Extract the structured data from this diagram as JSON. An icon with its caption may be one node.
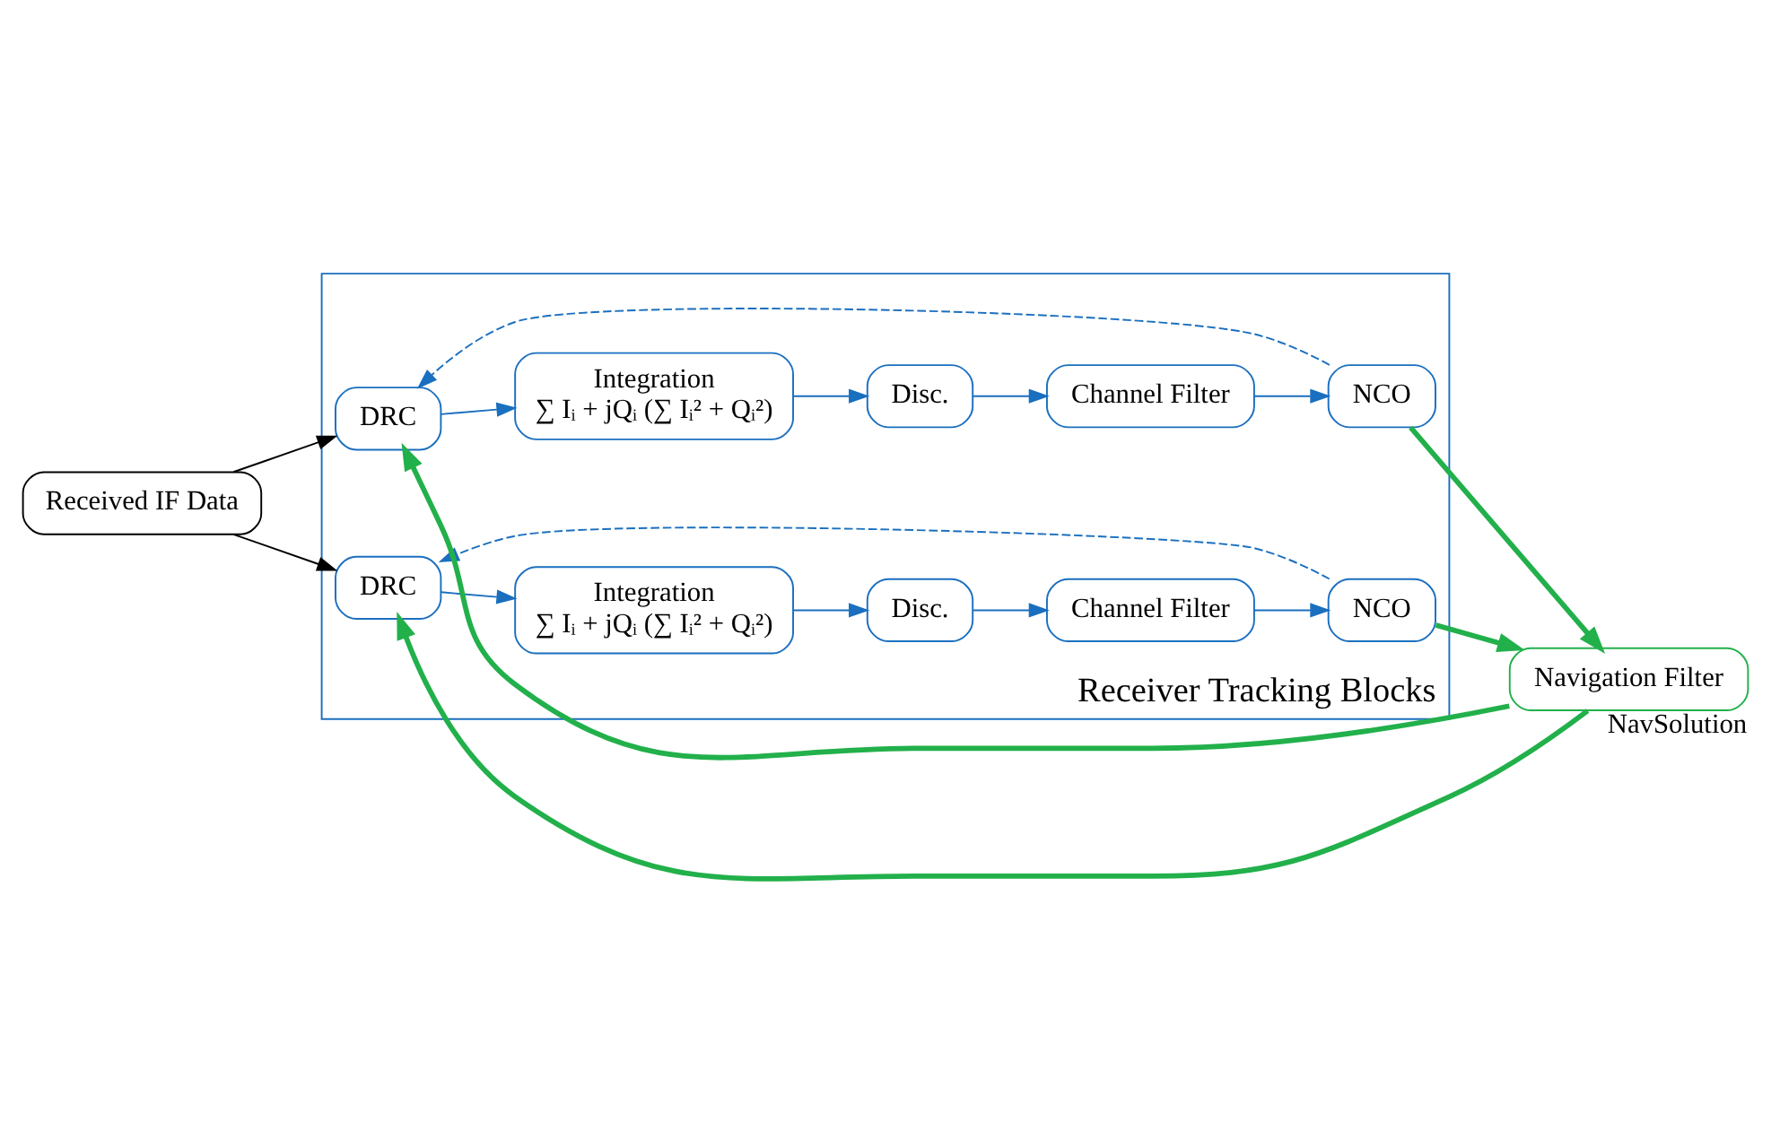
{
  "diagram": {
    "nodes": [
      {
        "text": [
          "Received IF Data"
        ]
      },
      {
        "text": [
          "Receiver Tracking Blocks"
        ]
      },
      {
        "text": [
          "DRC"
        ],
        "in": 1
      },
      {
        "text": [
          "Integration",
          "∑ Iᵢ + jQᵢ (∑ Iᵢ² + Qᵢ²)"
        ],
        "in": 1
      },
      {
        "text": [
          "Disc."
        ],
        "in": 1
      },
      {
        "text": [
          "Channel Filter"
        ],
        "in": 1
      },
      {
        "text": [
          "NCO"
        ],
        "in": 1
      },
      {
        "text": [
          "DRC"
        ],
        "in": 1
      },
      {
        "text": [
          "Integration",
          "∑ Iᵢ + jQᵢ (∑ Iᵢ² + Qᵢ²)"
        ],
        "in": 1
      },
      {
        "text": [
          "Disc."
        ],
        "in": 1
      },
      {
        "text": [
          "Channel Filter"
        ],
        "in": 1
      },
      {
        "text": [
          "NCO"
        ],
        "in": 1
      },
      {
        "text": [
          "Navigation Filter"
        ],
        "beside": [
          "NavSolution"
        ]
      }
    ],
    "edges": [
      {
        "from": 0,
        "to": 2,
        "arrow": "to",
        "color": "#000000"
      },
      {
        "from": 0,
        "to": 7,
        "arrow": "to",
        "color": "#000000"
      },
      {
        "from": 2,
        "to": 3,
        "arrow": "to"
      },
      {
        "from": 3,
        "to": 4,
        "arrow": "to"
      },
      {
        "from": 4,
        "to": 5,
        "arrow": "to"
      },
      {
        "from": 5,
        "to": 6,
        "arrow": "to"
      },
      {
        "from": 6,
        "to": 2,
        "arrow": "to",
        "style": "dashed"
      },
      {
        "from": 7,
        "to": 8,
        "arrow": "to"
      },
      {
        "from": 8,
        "to": 9,
        "arrow": "to"
      },
      {
        "from": 9,
        "to": 10,
        "arrow": "to"
      },
      {
        "from": 10,
        "to": 11,
        "arrow": "to"
      },
      {
        "from": 11,
        "to": 7,
        "arrow": "to",
        "style": "dashed"
      },
      {
        "from": 12,
        "to": 2,
        "arrow": "to",
        "style": "thick",
        "color": "#22b04b"
      },
      {
        "from": 6,
        "to": 12,
        "arrow": "to",
        "style": "thick",
        "color": "#22b04b"
      },
      {
        "from": 12,
        "to": 7,
        "arrow": "to",
        "style": "thick",
        "color": "#22b04b"
      },
      {
        "from": 11,
        "to": 12,
        "arrow": "to",
        "style": "thick",
        "color": "#22b04b"
      }
    ]
  }
}
